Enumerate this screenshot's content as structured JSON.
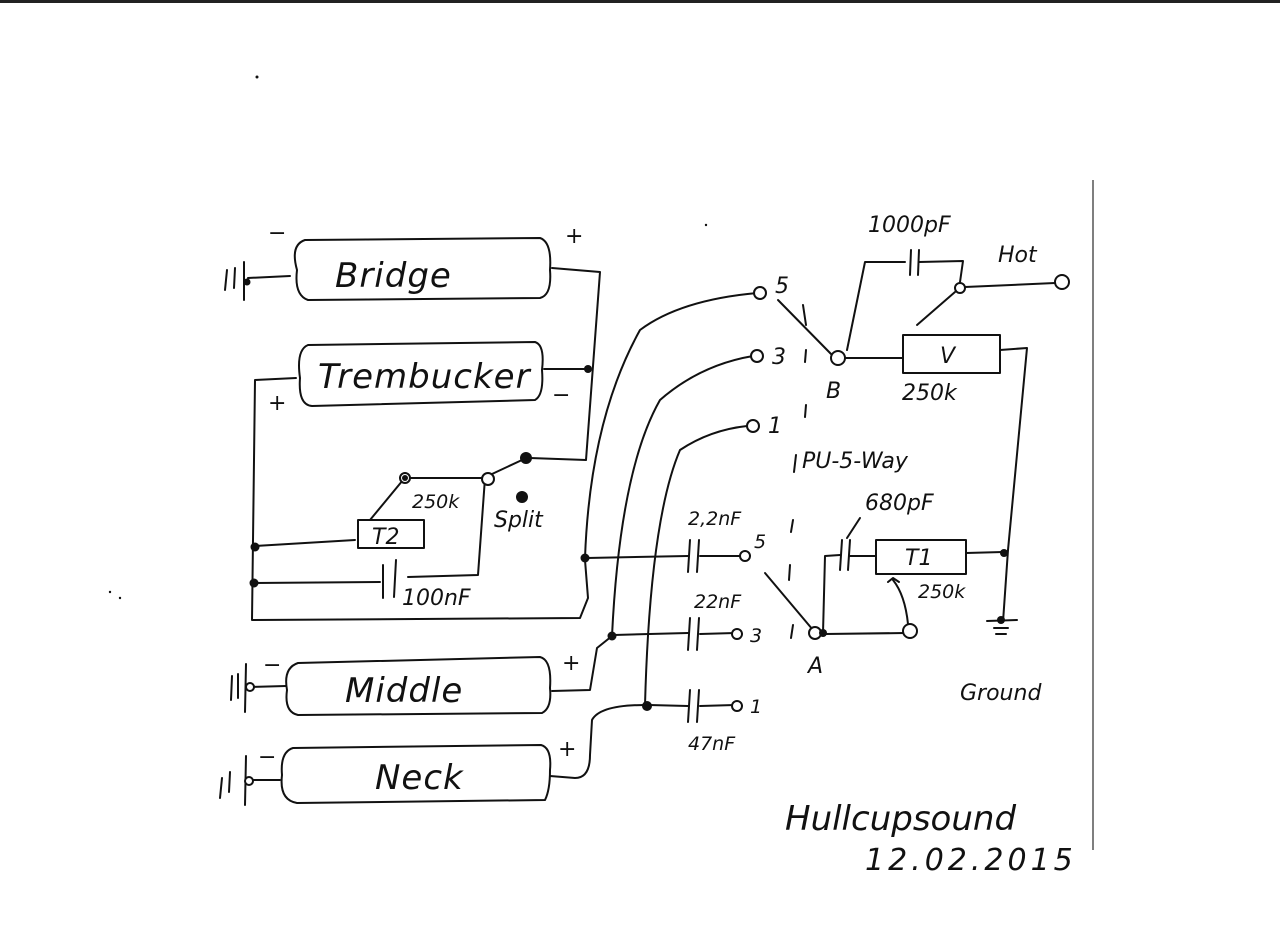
{
  "diagram": {
    "title": "Guitar pickup wiring schematic (hand-drawn)",
    "pickups": {
      "bridge": {
        "label": "Bridge",
        "minus": "−",
        "plus": "+"
      },
      "trembucker": {
        "label": "Trembucker",
        "plus": "+",
        "minus": "−"
      },
      "middle": {
        "label": "Middle",
        "minus": "−",
        "plus": "+"
      },
      "neck": {
        "label": "Neck",
        "minus": "−",
        "plus": "+"
      }
    },
    "switch": {
      "label": "PU-5-Way",
      "section_b": "B",
      "section_a": "A",
      "b_positions": [
        "5",
        "3",
        "1"
      ],
      "a_positions": [
        "5",
        "3",
        "1"
      ]
    },
    "components": {
      "treble_bleed_cap": "1000pF",
      "volume_pot": {
        "label": "V",
        "value": "250k"
      },
      "tone1_pot": {
        "label": "T1",
        "value": "250k"
      },
      "tone1_cap": "680pF",
      "tone2_pot": {
        "label": "T2",
        "value": "250k"
      },
      "tone2_cap": "100nF",
      "cap_pos5": "2,2nF",
      "cap_pos3": "22nF",
      "cap_pos1": "47nF",
      "split_switch": "Split"
    },
    "output": {
      "hot": "Hot",
      "ground": "Ground"
    },
    "signature": {
      "author": "Hullcupsound",
      "date": "12.02.2015"
    }
  }
}
